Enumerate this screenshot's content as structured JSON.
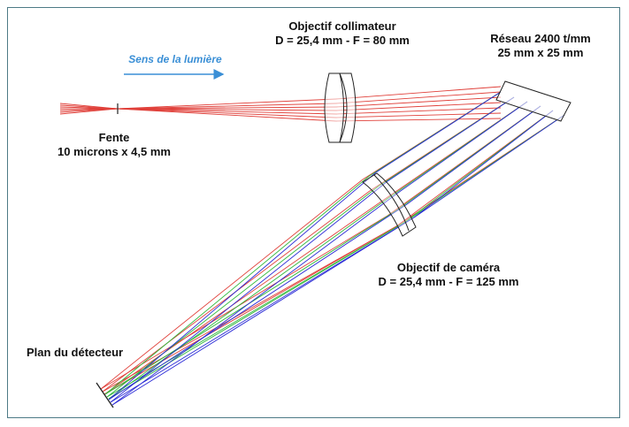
{
  "labels": {
    "collimator": {
      "line1": "Objectif collimateur",
      "line2": "D = 25,4 mm - F = 80 mm"
    },
    "grating": {
      "line1": "Réseau 2400 t/mm",
      "line2": "25 mm x 25 mm"
    },
    "light_direction": "Sens de la lumière",
    "slit": {
      "line1": "Fente",
      "line2": "10 microns x 4,5 mm"
    },
    "camera": {
      "line1": "Objectif de caméra",
      "line2": "D = 25,4 mm - F = 125 mm"
    },
    "detector": "Plan du détecteur"
  },
  "colors": {
    "ray_red": "#e0403a",
    "ray_green": "#2fb83a",
    "ray_blue": "#2a2ad6",
    "optics_outline": "#222222",
    "arrow": "#3a8fd6",
    "frame_border": "#4d7a86"
  }
}
